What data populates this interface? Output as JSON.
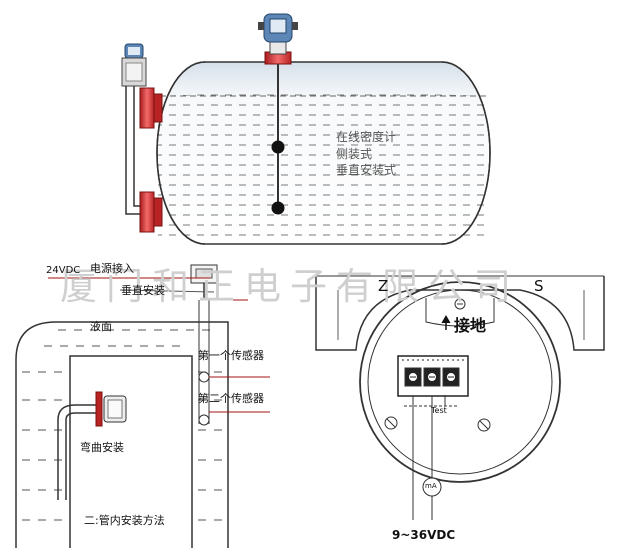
{
  "watermark": "厦门和正电子有限公司",
  "tank": {
    "line1": "在线密度计",
    "line2": "侧装式",
    "line3": "垂直安装式"
  },
  "pipe_diagram": {
    "voltage": "24VDC",
    "power": "电源接入",
    "vertical": "垂直安装",
    "liquid": "液面",
    "sensor1": "第一个传感器",
    "sensor2": "第二个传感器",
    "bend": "弯曲安装",
    "method": "二:管内安装方法"
  },
  "junction": {
    "z": "Z",
    "s": "S",
    "ground": "接地",
    "test": "Test",
    "ma": "mA",
    "supply": "9~36VDC"
  }
}
